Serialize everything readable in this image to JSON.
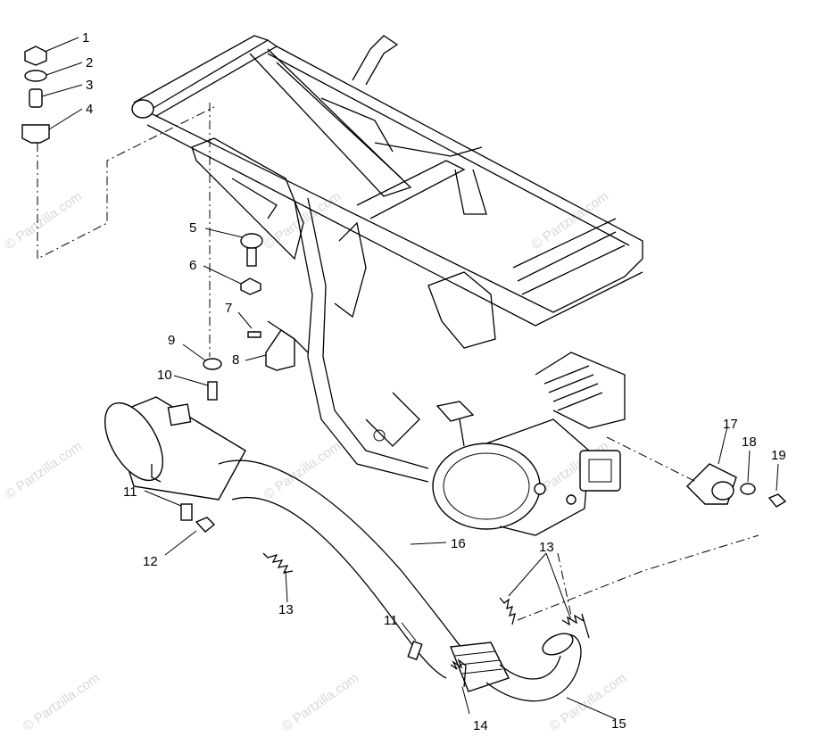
{
  "callouts": {
    "p1": "1",
    "p2": "2",
    "p3": "3",
    "p4": "4",
    "p5": "5",
    "p6": "6",
    "p7": "7",
    "p8": "8",
    "p9": "9",
    "p10": "10",
    "p11a": "11",
    "p11b": "11",
    "p12": "12",
    "p13a": "13",
    "p13b": "13",
    "p14": "14",
    "p15": "15",
    "p16": "16",
    "p17": "17",
    "p18": "18",
    "p19": "19"
  },
  "watermark": "© Partzilla.com"
}
